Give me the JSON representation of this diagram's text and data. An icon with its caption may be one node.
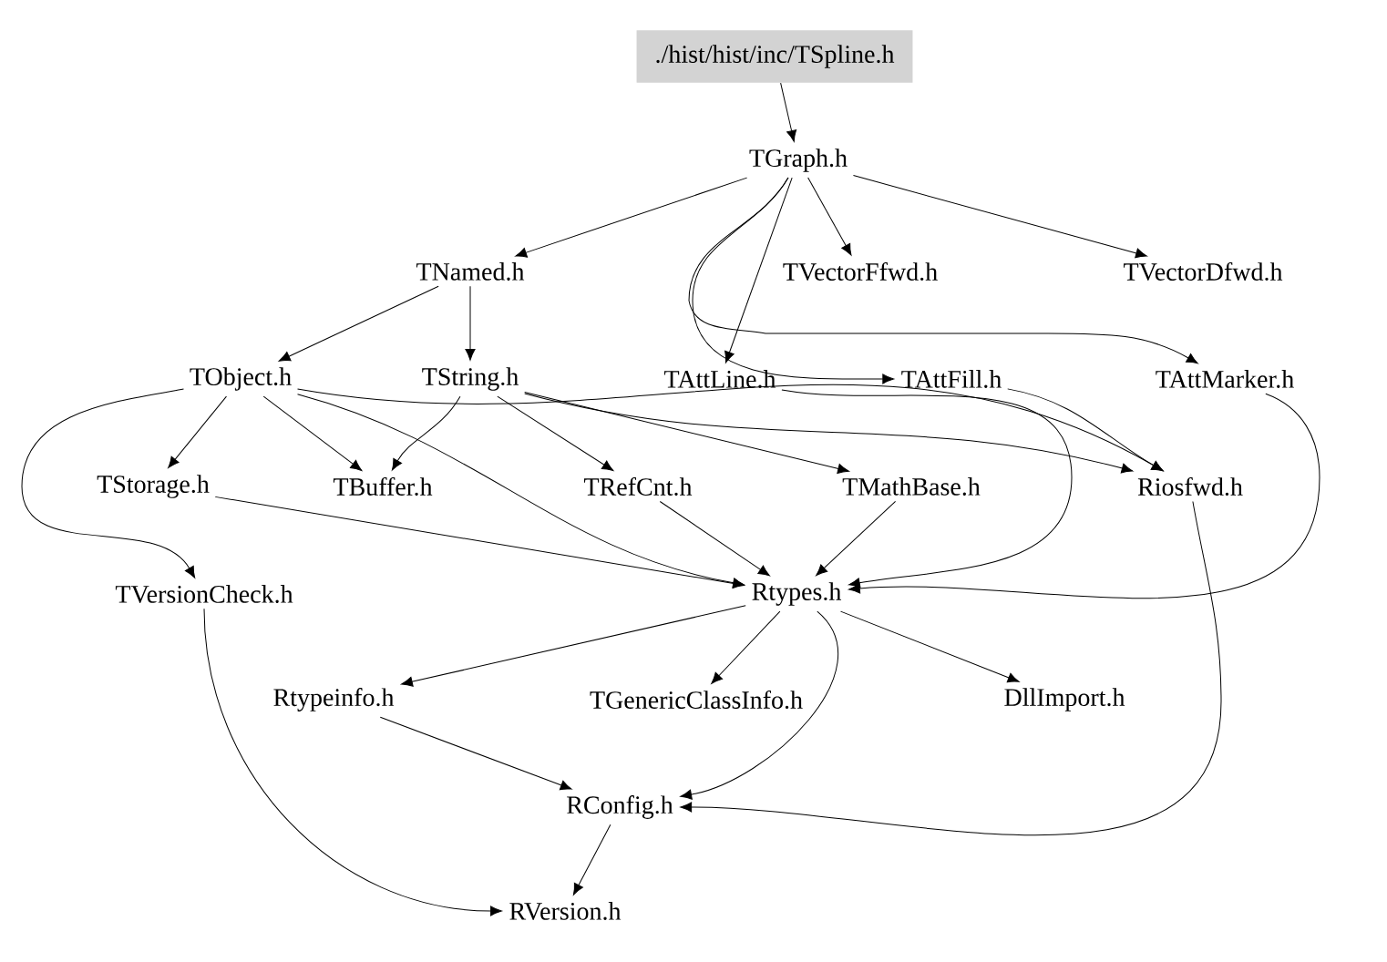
{
  "diagram": {
    "nodes": [
      {
        "text": [
          "./hist/hist/inc/TSpline.h"
        ]
      },
      {
        "text": [
          "TGraph.h"
        ]
      },
      {
        "text": [
          "TNamed.h"
        ]
      },
      {
        "text": [
          "TVectorFfwd.h"
        ]
      },
      {
        "text": [
          "TVectorDfwd.h"
        ]
      },
      {
        "text": [
          "TObject.h"
        ]
      },
      {
        "text": [
          "TString.h"
        ]
      },
      {
        "text": [
          "TAttLine.h"
        ]
      },
      {
        "text": [
          "TAttFill.h"
        ]
      },
      {
        "text": [
          "TAttMarker.h"
        ]
      },
      {
        "text": [
          "TStorage.h"
        ]
      },
      {
        "text": [
          "TBuffer.h"
        ]
      },
      {
        "text": [
          "TRefCnt.h"
        ]
      },
      {
        "text": [
          "TMathBase.h"
        ]
      },
      {
        "text": [
          "Riosfwd.h"
        ]
      },
      {
        "text": [
          "TVersionCheck.h"
        ]
      },
      {
        "text": [
          "Rtypes.h"
        ]
      },
      {
        "text": [
          "Rtypeinfo.h"
        ]
      },
      {
        "text": [
          "TGenericClassInfo.h"
        ]
      },
      {
        "text": [
          "DllImport.h"
        ]
      },
      {
        "text": [
          "RConfig.h"
        ]
      },
      {
        "text": [
          "RVersion.h"
        ]
      }
    ],
    "edges": [
      {
        "from": 0,
        "to": 1,
        "arrow": "to"
      },
      {
        "from": 1,
        "to": 2,
        "arrow": "to"
      },
      {
        "from": 1,
        "to": 3,
        "arrow": "to"
      },
      {
        "from": 1,
        "to": 4,
        "arrow": "to"
      },
      {
        "from": 1,
        "to": 7,
        "arrow": "to"
      },
      {
        "from": 1,
        "to": 8,
        "arrow": "to"
      },
      {
        "from": 1,
        "to": 9,
        "arrow": "to"
      },
      {
        "from": 2,
        "to": 5,
        "arrow": "to"
      },
      {
        "from": 2,
        "to": 6,
        "arrow": "to"
      },
      {
        "from": 5,
        "to": 15,
        "arrow": "to"
      },
      {
        "from": 5,
        "to": 10,
        "arrow": "to"
      },
      {
        "from": 5,
        "to": 11,
        "arrow": "to"
      },
      {
        "from": 5,
        "to": 14,
        "arrow": "to"
      },
      {
        "from": 5,
        "to": 16,
        "arrow": "to"
      },
      {
        "from": 6,
        "to": 11,
        "arrow": "to"
      },
      {
        "from": 6,
        "to": 12,
        "arrow": "to"
      },
      {
        "from": 6,
        "to": 13,
        "arrow": "to"
      },
      {
        "from": 6,
        "to": 14,
        "arrow": "to"
      },
      {
        "from": 7,
        "to": 16,
        "arrow": "to"
      },
      {
        "from": 8,
        "to": 14,
        "arrow": "to"
      },
      {
        "from": 9,
        "to": 16,
        "arrow": "to"
      },
      {
        "from": 10,
        "to": 16,
        "arrow": "to"
      },
      {
        "from": 12,
        "to": 16,
        "arrow": "to"
      },
      {
        "from": 13,
        "to": 16,
        "arrow": "to"
      },
      {
        "from": 14,
        "to": 20,
        "arrow": "to"
      },
      {
        "from": 15,
        "to": 21,
        "arrow": "to"
      },
      {
        "from": 16,
        "to": 17,
        "arrow": "to"
      },
      {
        "from": 16,
        "to": 18,
        "arrow": "to"
      },
      {
        "from": 16,
        "to": 19,
        "arrow": "to"
      },
      {
        "from": 16,
        "to": 20,
        "arrow": "to"
      },
      {
        "from": 17,
        "to": 20,
        "arrow": "to"
      },
      {
        "from": 20,
        "to": 21,
        "arrow": "to"
      }
    ]
  }
}
